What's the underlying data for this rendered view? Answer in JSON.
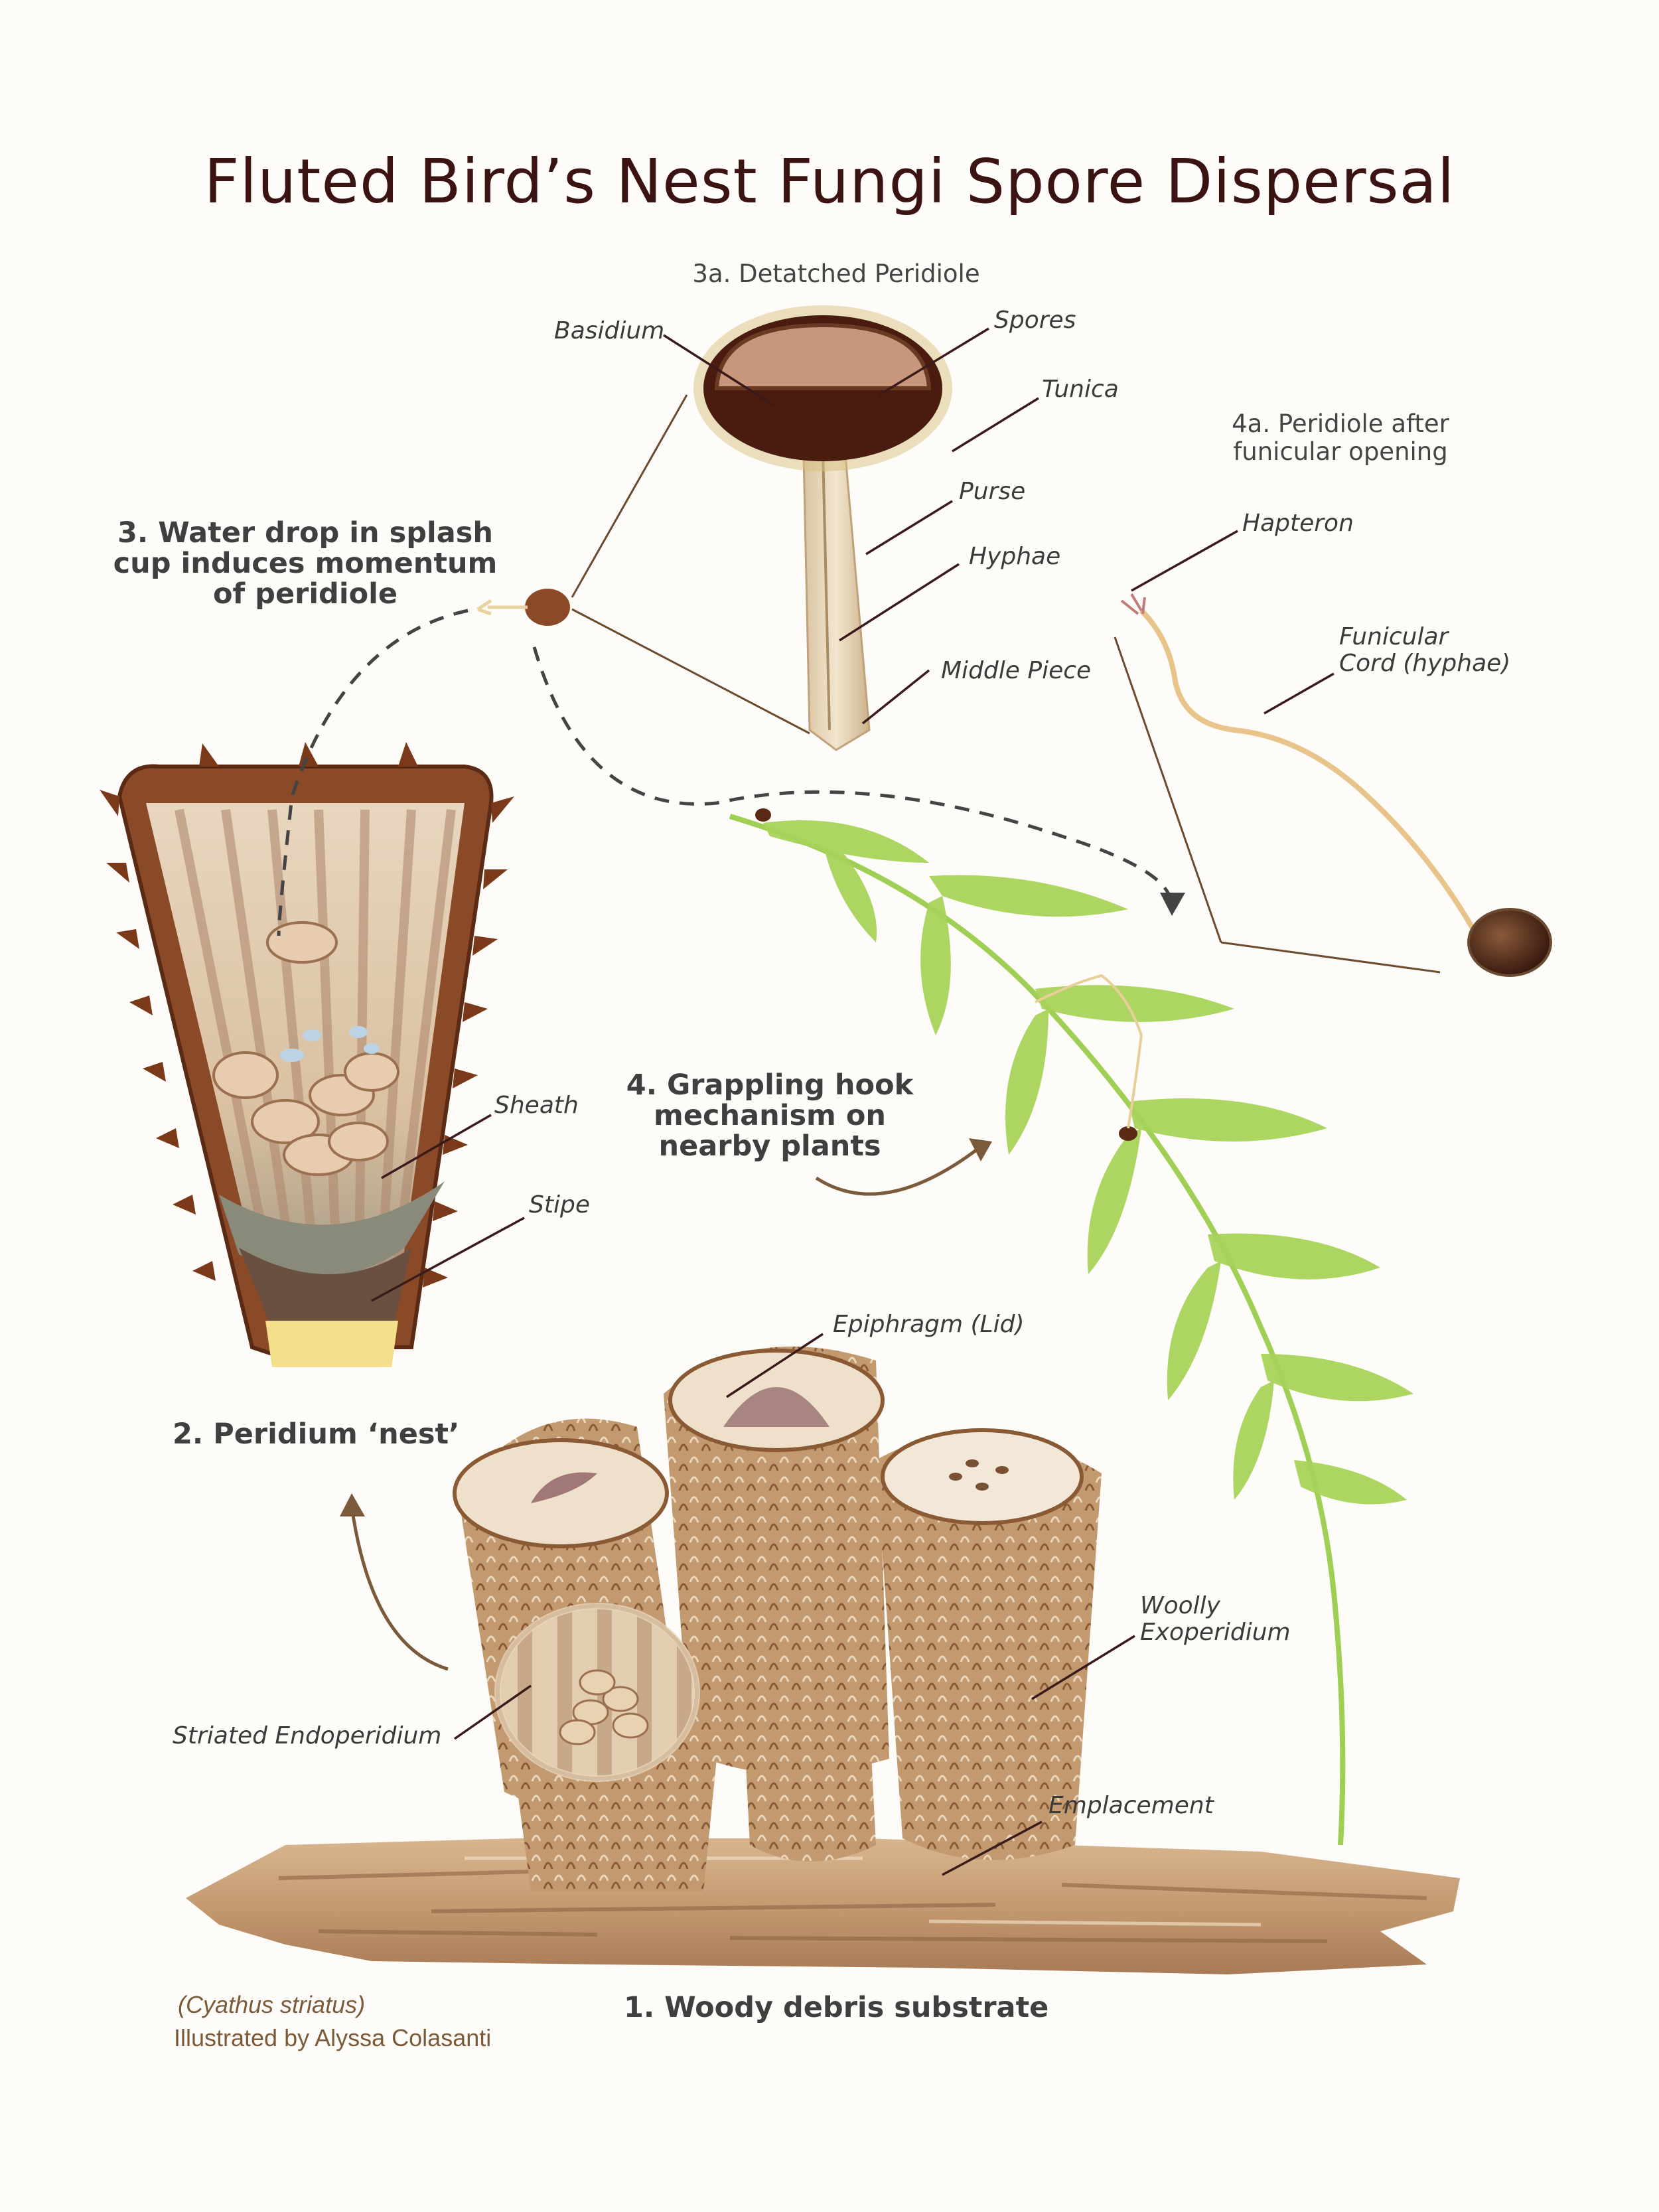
{
  "title": "Fluted Bird’s Nest Fungi Spore Dispersal",
  "sections": {
    "detached_peridiole": "3a.  Detatched Peridiole",
    "peridiole_after_opening": [
      "4a.  Peridiole after",
      "funicular opening"
    ],
    "water_drop": [
      "3.   Water drop in splash",
      "cup induces momentum",
      "of peridiole"
    ],
    "grappling_hook": [
      "4.   Grappling hook",
      "mechanism on",
      "nearby plants"
    ],
    "peridium_nest": "2.   Peridium ‘nest’",
    "woody_debris": "1.    Woody debris substrate"
  },
  "labels": {
    "basidium": "Basidium",
    "spores": "Spores",
    "tunica": "Tunica",
    "purse": "Purse",
    "hyphae": "Hyphae",
    "middle_piece": "Middle Piece",
    "hapteron": "Hapteron",
    "funicular_cord": [
      "Funicular",
      "Cord (hyphae)"
    ],
    "sheath": "Sheath",
    "stipe": "Stipe",
    "epiphragm": "Epiphragm (Lid)",
    "woolly_exoperidium": [
      "Woolly",
      "Exoperidium"
    ],
    "striated_endoperidium": "Striated Endoperidium",
    "emplacement": "Emplacement"
  },
  "credits": {
    "species": "(Cyathus striatus)",
    "illustrator": "Illustrated by Alyssa Colasanti"
  },
  "colors": {
    "title": "#3b1312",
    "leader_line": "#3a1a1a",
    "arrow": "#7a5a3a",
    "fern": "#9fcf55",
    "fungus": "#b98a5c",
    "wood": "#c9a27a"
  }
}
